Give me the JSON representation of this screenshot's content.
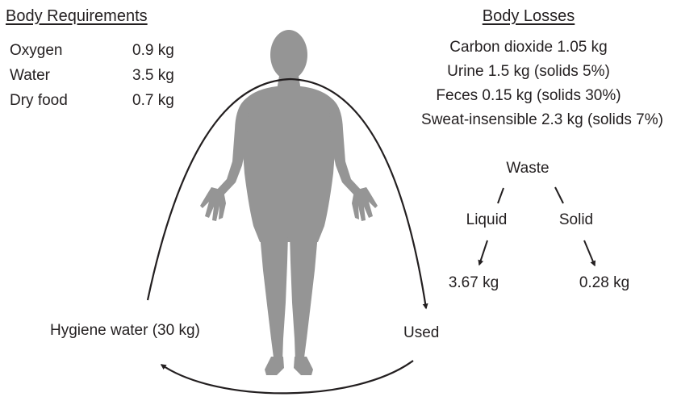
{
  "requirements": {
    "title": "Body Requirements",
    "items": [
      {
        "name": "Oxygen",
        "amount": "0.9 kg"
      },
      {
        "name": "Water",
        "amount": "3.5 kg"
      },
      {
        "name": "Dry food",
        "amount": "0.7 kg"
      }
    ]
  },
  "losses": {
    "title": "Body Losses",
    "items": [
      "Carbon dioxide 1.05 kg",
      "Urine 1.5 kg (solids 5%)",
      "Feces 0.15 kg (solids 30%)",
      "Sweat-insensible 2.3 kg (solids 7%)"
    ]
  },
  "waste": {
    "label": "Waste",
    "liquid": {
      "label": "Liquid",
      "amount": "3.67 kg"
    },
    "solid": {
      "label": "Solid",
      "amount": "0.28 kg"
    }
  },
  "hygiene": {
    "source_label": "Hygiene water (30 kg)",
    "used_label": "Used"
  },
  "colors": {
    "figure": "#959595",
    "text": "#231f20"
  }
}
